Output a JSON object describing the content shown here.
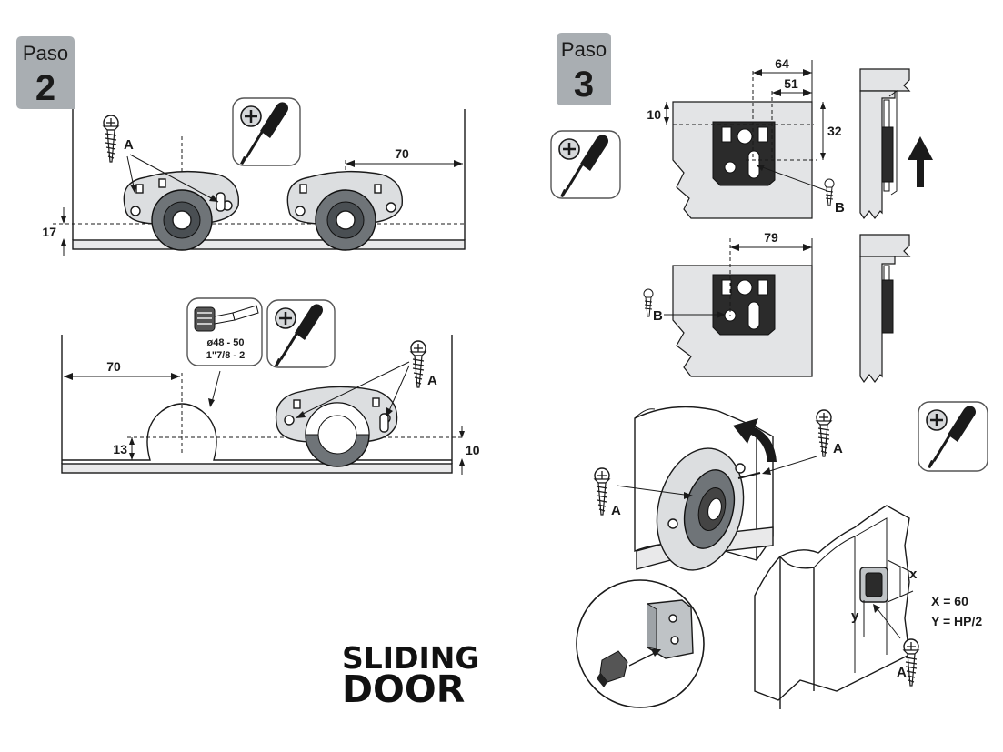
{
  "step2": {
    "paso_word": "Paso",
    "paso_num": "2",
    "top_view": {
      "label_a": "A",
      "dim_70": "70",
      "dim_17": "17"
    },
    "bottom_view": {
      "label_a": "A",
      "dim_70": "70",
      "dim_13": "13",
      "dim_10": "10",
      "drill_line1": "ø48 - 50",
      "drill_line2": "1\"7/8 - 2"
    }
  },
  "step3": {
    "paso_word": "Paso",
    "paso_num": "3",
    "top_view": {
      "dim_64": "64",
      "dim_51": "51",
      "dim_10": "10",
      "dim_32": "32",
      "label_b": "B"
    },
    "middle_view": {
      "dim_79": "79",
      "label_b": "B"
    },
    "iso_view": {
      "label_a_left": "A",
      "label_a_right": "A"
    },
    "jamb_view": {
      "label_x": "x",
      "label_y": "y",
      "label_a": "A",
      "formula_x": "X = 60",
      "formula_y": "Y = HP/2"
    }
  },
  "brand": {
    "line1": "SLIDING",
    "line2": "DOOR"
  },
  "colors": {
    "paso_badge": "#a9aeb2",
    "panel": "#e3e4e6",
    "ink": "#1a1a1a"
  },
  "icons": [
    "screwdriver-icon",
    "phillips-icon",
    "forstner-drill-bit-icon",
    "screw-icon",
    "up-arrow-icon",
    "rotate-arrow-icon"
  ]
}
